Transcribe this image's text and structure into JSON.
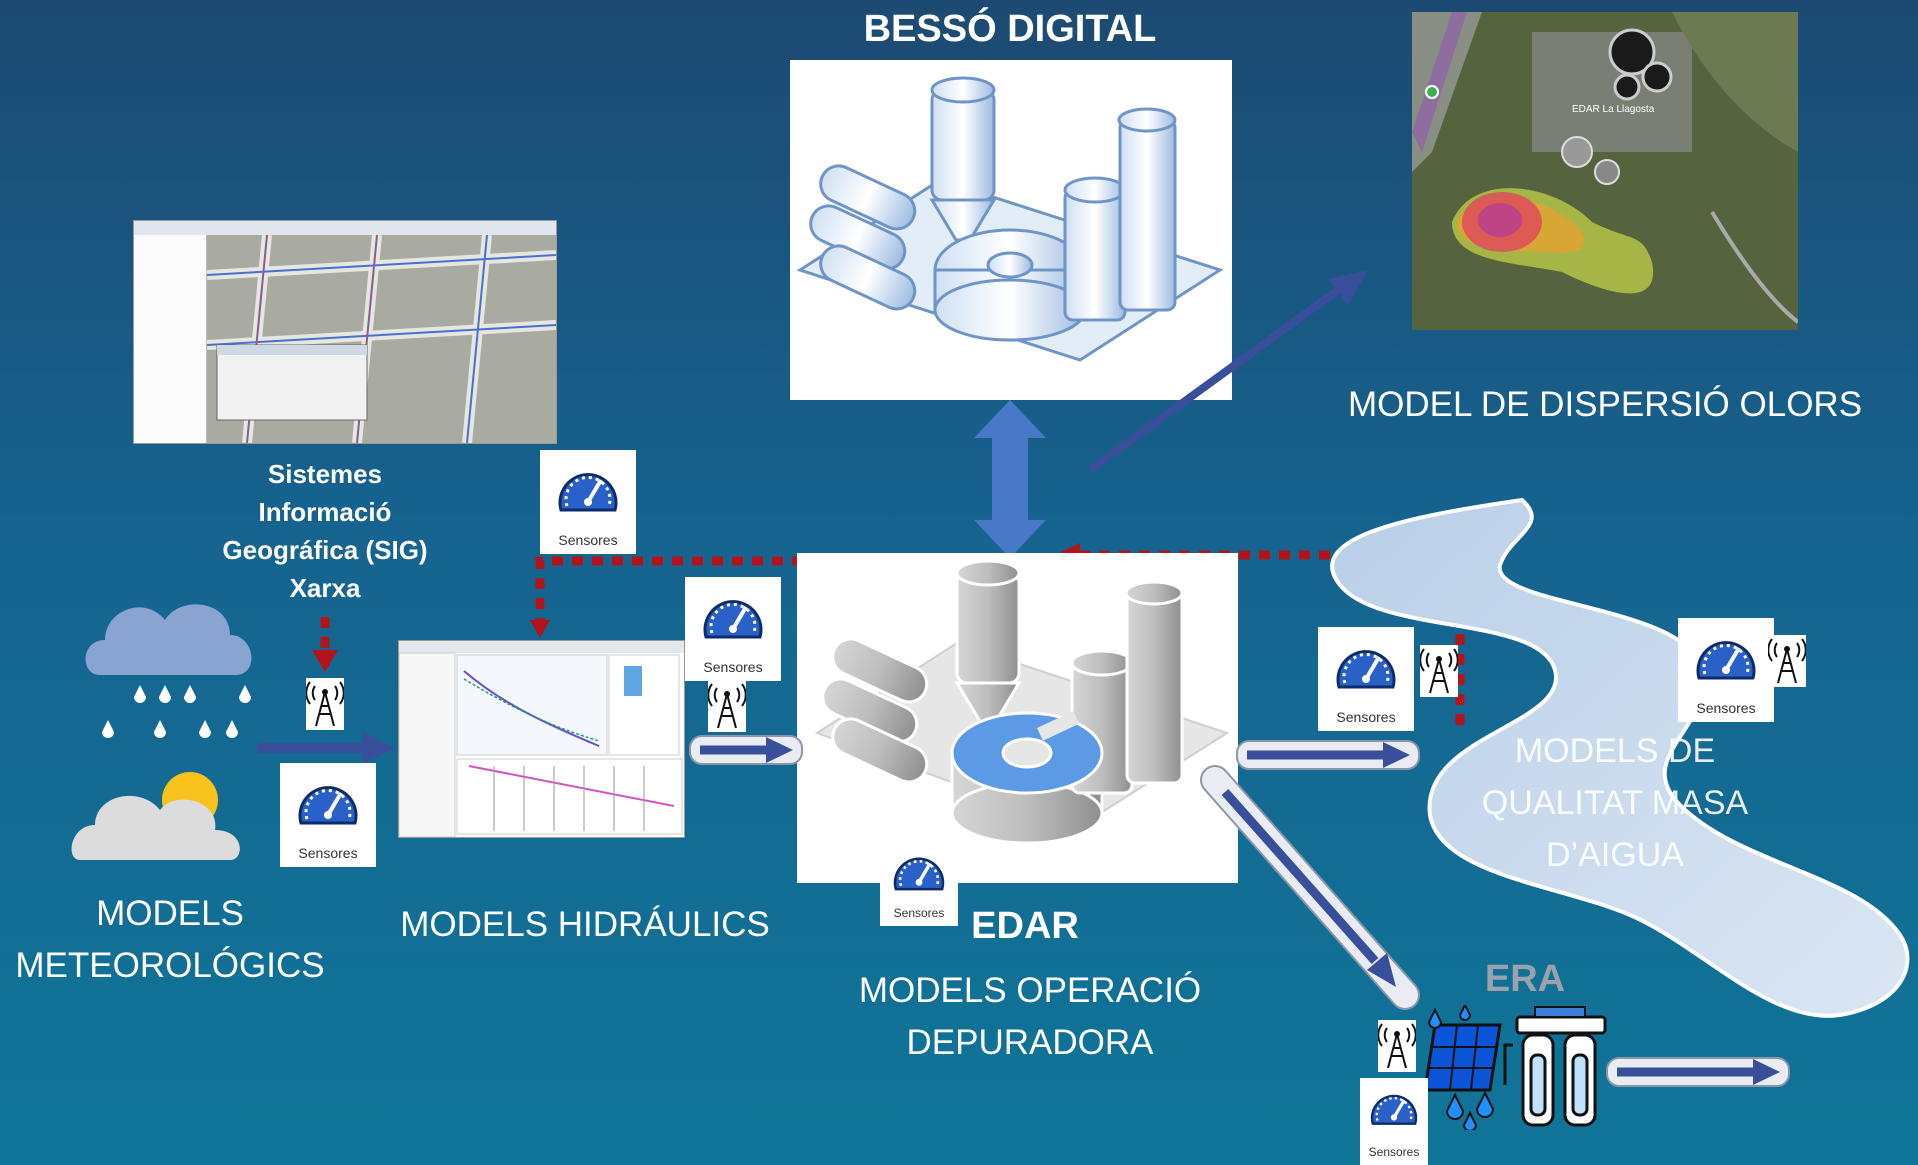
{
  "title": "BESSÓ DIGITAL",
  "dispersion_label": "MODEL DE DISPERSIÓ OLORS",
  "map_labels": {
    "plant": "EDAR La Llagosta"
  },
  "sig_label": [
    "Sistemes",
    "Informació",
    "Geográfica (SIG)",
    "Xarxa"
  ],
  "meteo_label": [
    "MODELS",
    "METEOROLÓGICS"
  ],
  "hydraulic_label": "MODELS HIDRÁULICS",
  "edar_label": "EDAR",
  "operation_label": [
    "MODELS OPERACIÓ",
    "DEPURADORA"
  ],
  "quality_label": [
    "MODELS DE",
    "QUALITAT MASA",
    "D’AIGUA"
  ],
  "era_label": "ERA",
  "sensor_caption": "Sensores",
  "colors": {
    "accent_blue": "#3a4f9c",
    "sensor_red": "#b2141a",
    "sync_arrow": "#4a78c9",
    "era_grey": "#9aa3ad"
  },
  "icons": [
    "cloud-rain-icon",
    "cloud-sun-icon",
    "gauge-icon",
    "antenna-icon",
    "water-filter-icon",
    "solar-panel-icon"
  ]
}
